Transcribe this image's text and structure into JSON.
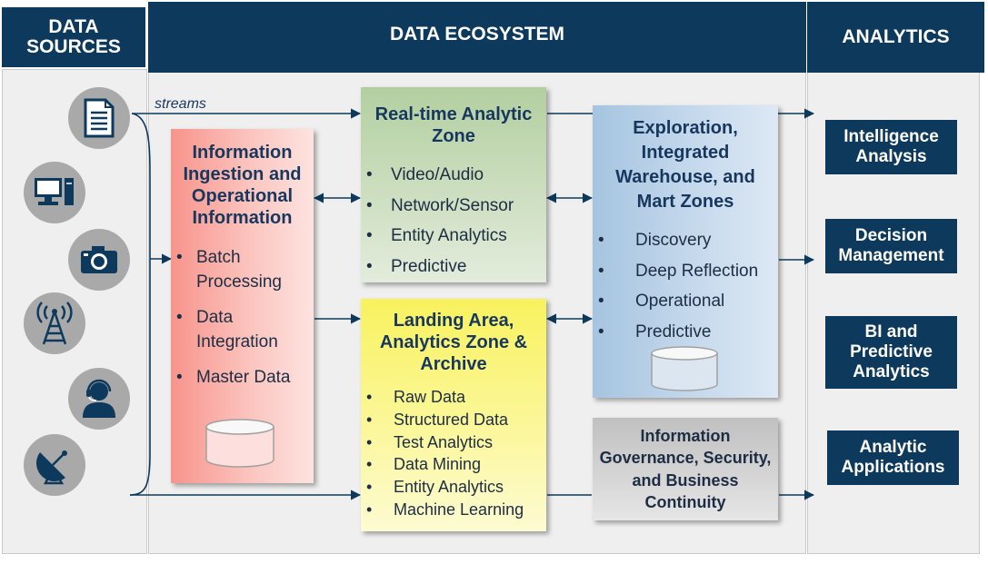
{
  "headers": {
    "data_sources": "DATA SOURCES",
    "data_ecosystem": "DATA ECOSYSTEM",
    "analytics": "ANALYTICS"
  },
  "streams_label": "streams",
  "source_icons": [
    "document-icon",
    "computer-icon",
    "camera-icon",
    "antenna-tower-icon",
    "headset-person-icon",
    "satellite-dish-icon"
  ],
  "zones": {
    "ingestion": {
      "title": "Information Ingestion and Operational Information",
      "items": [
        "Batch Processing",
        "Data Integration",
        "Master Data"
      ]
    },
    "realtime": {
      "title": "Real-time Analytic Zone",
      "items": [
        "Video/Audio",
        "Network/Sensor",
        "Entity Analytics",
        "Predictive"
      ]
    },
    "landing": {
      "title": "Landing Area, Analytics Zone & Archive",
      "items": [
        "Raw Data",
        "Structured Data",
        "Test Analytics",
        "Data Mining",
        "Entity Analytics",
        "Machine Learning"
      ]
    },
    "exploration": {
      "title": "Exploration, Integrated Warehouse, and Mart Zones",
      "items": [
        "Discovery",
        "Deep Reflection",
        "Operational",
        "Predictive"
      ]
    },
    "governance": {
      "title": "Information Governance, Security, and Business Continuity"
    }
  },
  "analytics_outputs": [
    "Intelligence Analysis",
    "Decision Management",
    "BI and Predictive Analytics",
    "Analytic Applications"
  ],
  "colors": {
    "header": "#0d3a5c",
    "ingestion": "#f7a59d",
    "realtime": "#c3d8b4",
    "landing": "#fbf57e",
    "exploration": "#b7d0e6",
    "governance": "#cfcfcf",
    "arrow": "#0d3a5c"
  }
}
